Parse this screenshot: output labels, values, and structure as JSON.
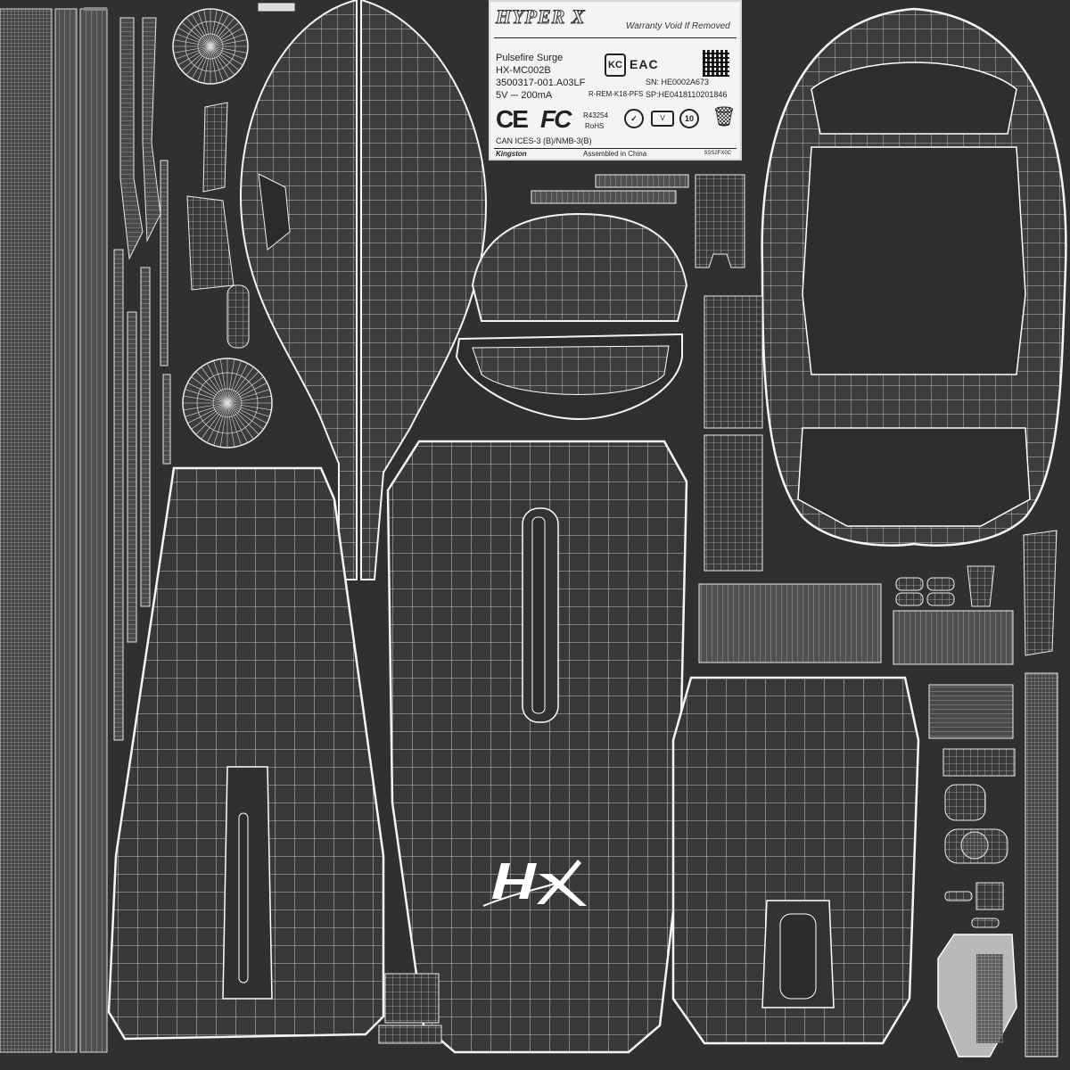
{
  "texture": {
    "background": "#303030",
    "wire_color": "#ffffff",
    "fill_color": "#3b3b3b"
  },
  "label": {
    "brand_logo": "HYPER X",
    "warranty": "Warranty Void If Removed",
    "product_name": "Pulsefire Surge",
    "model": "HX-MC002B",
    "part_number": "3500317-001.A03LF",
    "power": "5V ⎓ 200mA",
    "sn": "SN: HE0002A673",
    "kc_mark": "KC",
    "eac_mark": "EAC",
    "rem": "R-REM-K18-PFS",
    "sp": "SP:HE0418110201846",
    "ce_mark": "CE",
    "fc_mark": "FC",
    "rohs_code": "R43254",
    "rohs": "RoHS",
    "compliance": "CAN ICES-3 (B)/NMB-3(B)",
    "kingston": "Kingston",
    "assembled": "Assembled in China",
    "code_small": "5SS2FX0C",
    "ten_mark": "10"
  },
  "icons": {
    "hx_logo": "hyperx-hx-logo",
    "weee_bin": "crossed-bin-icon",
    "rcm": "rcm-check-icon"
  }
}
